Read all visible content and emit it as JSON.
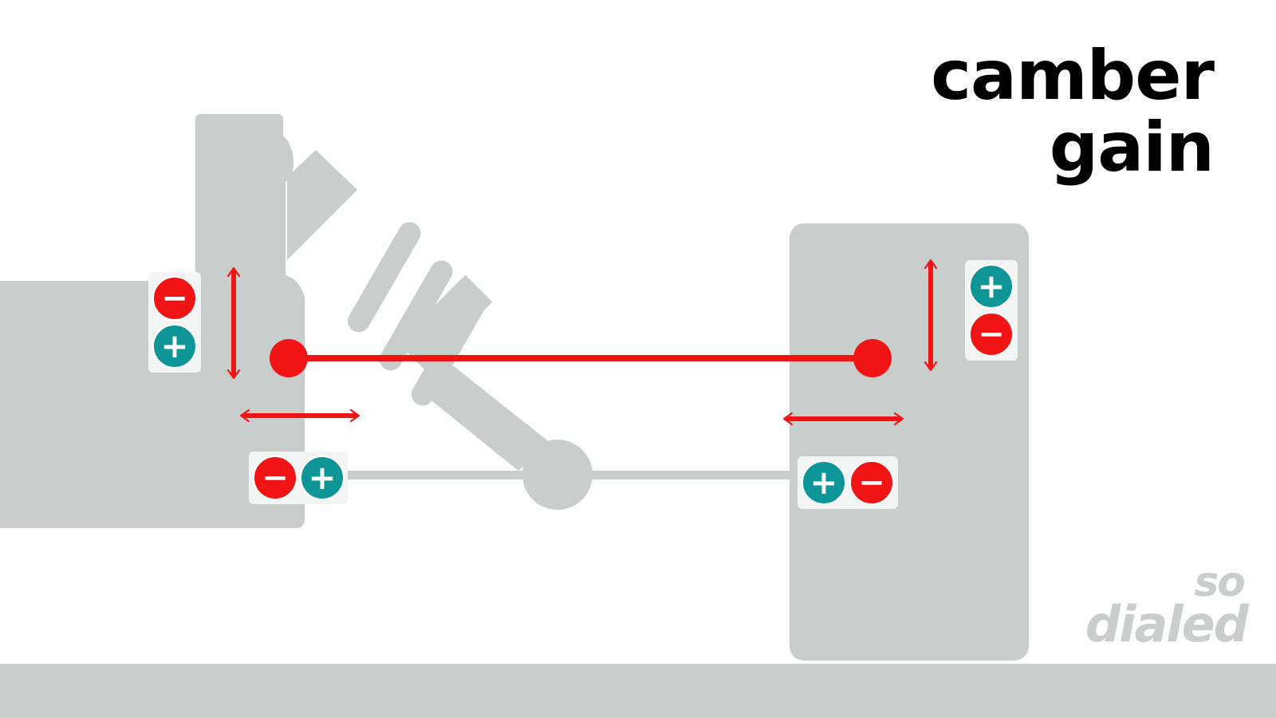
{
  "title": {
    "line1": "camber",
    "line2": "gain"
  },
  "watermark": {
    "line1": "so",
    "line2": "dialed"
  },
  "symbols": {
    "plus": "+",
    "minus": "−"
  },
  "colors": {
    "background": "#ffffff",
    "part_gray": "#c9cdcc",
    "arrow_red": "#f01414",
    "plus_teal": "#0e9597",
    "minus_red": "#f01414",
    "title_black": "#000000"
  },
  "badges": {
    "frame_upper": [
      "minus",
      "plus"
    ],
    "frame_lower": [
      "minus",
      "plus"
    ],
    "upright_upper": [
      "plus",
      "minus"
    ],
    "upright_lower": [
      "plus",
      "minus"
    ]
  }
}
